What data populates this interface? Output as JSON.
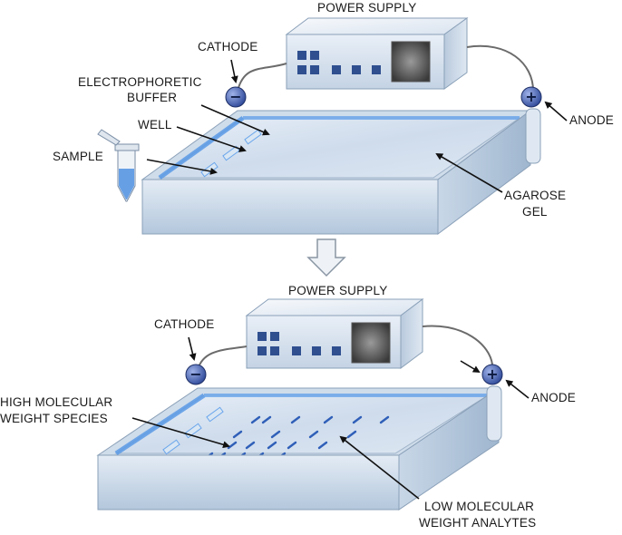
{
  "top_panel": {
    "power_supply": "POWER SUPPLY",
    "cathode": "CATHODE",
    "anode": "ANODE",
    "buffer_line1": "ELECTROPHORETIC",
    "buffer_line2": "BUFFER",
    "well": "WELL",
    "sample": "SAMPLE",
    "gel_line1": "AGAROSE",
    "gel_line2": "GEL",
    "cathode_symbol": "−",
    "anode_symbol": "+"
  },
  "bottom_panel": {
    "power_supply": "POWER SUPPLY",
    "cathode": "CATHODE",
    "anode": "ANODE",
    "high_line1": "HIGH MOLECULAR",
    "high_line2": "WEIGHT SPECIES",
    "low_line1": "LOW MOLECULAR",
    "low_line2": "WEIGHT ANALYTES",
    "cathode_symbol": "−",
    "anode_symbol": "+"
  },
  "colors": {
    "gel_blue": "#4f8fe0",
    "tray_light": "#dbe7f4",
    "tray_dark": "#9fb6cf",
    "electrode": "#4a63b0",
    "supply_button": "#2f4f8f"
  },
  "icons": [
    "power-supply-icon",
    "electrode-icon",
    "sample-tube-icon",
    "flow-arrow-icon"
  ]
}
